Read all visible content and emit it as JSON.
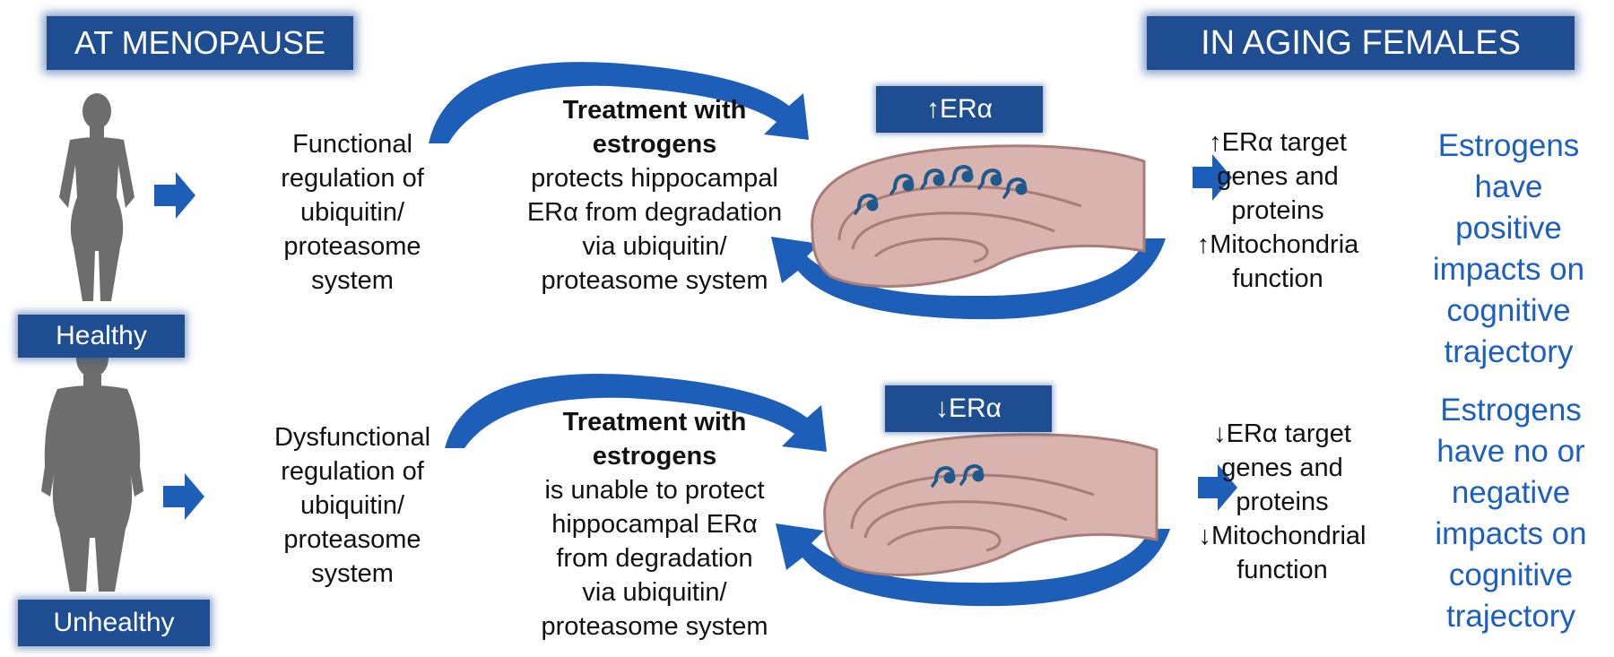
{
  "headers": {
    "left": "AT MENOPAUSE",
    "right": "IN AGING FEMALES"
  },
  "rows": [
    {
      "status": "Healthy",
      "regulation": [
        "Functional",
        "regulation of",
        "ubiquitin/",
        "proteasome",
        "system"
      ],
      "treatment_bold": [
        "Treatment with",
        "estrogens"
      ],
      "treatment": [
        "protects hippocampal",
        "ERα from degradation",
        "via ubiquitin/",
        "proteasome system"
      ],
      "era_label": "↑ERα",
      "targets": [
        "↑ERα target",
        "genes and",
        "proteins",
        "↑Mitochondria",
        "function"
      ],
      "outcome": [
        "Estrogens",
        "have",
        "positive",
        "impacts on",
        "cognitive",
        "trajectory"
      ]
    },
    {
      "status": "Unhealthy",
      "regulation": [
        "Dysfunctional",
        "regulation of",
        "ubiquitin/",
        "proteasome",
        "system"
      ],
      "treatment_bold": [
        "Treatment with",
        "estrogens"
      ],
      "treatment": [
        "is unable to protect",
        "hippocampal ERα",
        "from degradation",
        "via ubiquitin/",
        "proteasome system"
      ],
      "era_label": "↓ERα",
      "targets": [
        "↓ERα target",
        "genes and",
        "proteins",
        "↓Mitochondrial",
        "function"
      ],
      "outcome": [
        "Estrogens",
        "have no or",
        "negative",
        "impacts on",
        "cognitive",
        "trajectory"
      ]
    }
  ],
  "colors": {
    "header_bg": "#1e4d91",
    "arrow": "#1d5fb8",
    "outcome_text": "#1b5fc1",
    "silhouette": "#6d6d6d",
    "hippocampus": "#d9b3ad",
    "receptor": "#1e5a8c"
  },
  "icons": [
    "healthy-woman-silhouette-icon",
    "unhealthy-woman-silhouette-icon",
    "hippocampus-icon",
    "estrogen-receptor-icon",
    "right-arrow-icon",
    "curved-arrow-icon"
  ]
}
